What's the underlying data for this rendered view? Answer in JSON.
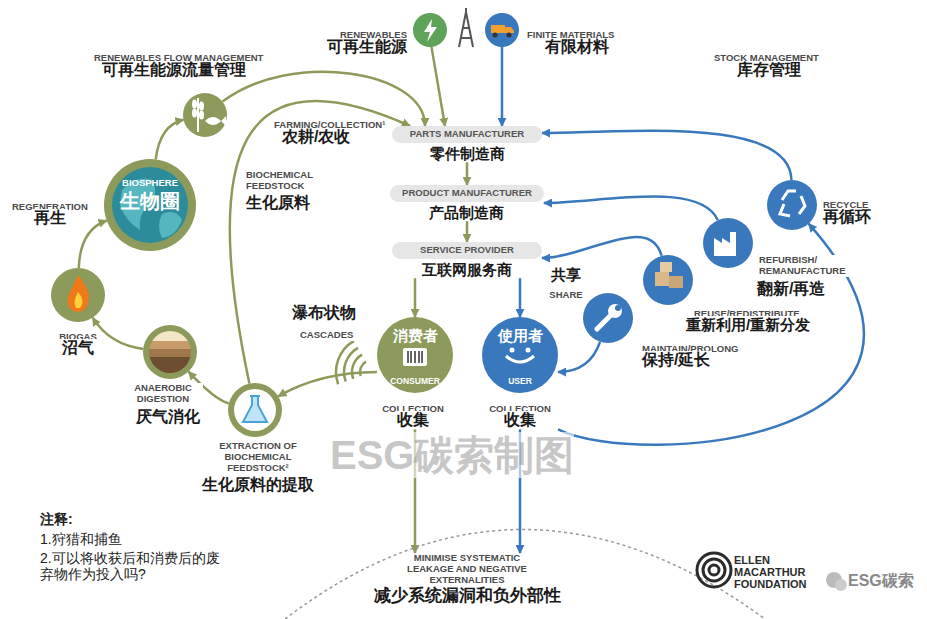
{
  "diagram": {
    "nodes": [
      {
        "text": [
          "RENEWABLES",
          "可再生能源"
        ]
      },
      {
        "text": [
          "FINITE MATERIALS",
          "有限材料"
        ]
      },
      {
        "text": [
          "FARMING/COLLECTION¹",
          "农耕/农收"
        ]
      },
      {
        "text": [
          "BIOSPHERE",
          "生物圈"
        ]
      },
      {
        "text": [
          "PARTS MANUFACTURER",
          "零件制造商"
        ]
      },
      {
        "text": [
          "PRODUCT MANUFACTURER",
          "产品制造商"
        ]
      },
      {
        "text": [
          "SERVICE PROVIDER",
          "互联网服务商"
        ]
      },
      {
        "text": [
          "RECYCLE",
          "再循环"
        ]
      },
      {
        "text": [
          "REFURBISH/ REMANUFACTURE",
          "翻新/再造"
        ]
      },
      {
        "text": [
          "REUSE/REDISTRIBUTE",
          "重新利用/重新分发"
        ]
      },
      {
        "text": [
          "共享",
          "SHARE",
          "MAINTAIN/PROLONG",
          "保持/延长"
        ]
      },
      {
        "text": [
          "BIOGAS",
          "沼气"
        ]
      },
      {
        "text": [
          "ANAEROBIC DIGESTION",
          "厌气消化"
        ]
      },
      {
        "text": [
          "消费者",
          "CONSUMER",
          "COLLECTION",
          "收集"
        ]
      },
      {
        "text": [
          "使用者",
          "USER",
          "COLLECTION",
          "收集"
        ]
      },
      {
        "text": [
          "EXTRACTION OF BIOCHEMICAL FEEDSTOCK²",
          "生化原料的提取"
        ]
      },
      {
        "text": [
          "MINIMISE SYSTEMATIC LEAKAGE AND NEGATIVE EXTERNALITIES",
          "减少系统漏洞和负外部性"
        ]
      }
    ],
    "edges": [
      {
        "from": 0,
        "to": 4,
        "arrow": "to"
      },
      {
        "from": 1,
        "to": 4,
        "arrow": "to"
      },
      {
        "from": 2,
        "to": 4,
        "arrow": "to"
      },
      {
        "from": 3,
        "to": 2,
        "arrow": "to"
      },
      {
        "from": 4,
        "to": 5,
        "arrow": "to"
      },
      {
        "from": 5,
        "to": 6,
        "arrow": "to"
      },
      {
        "from": 6,
        "to": 13,
        "arrow": "to"
      },
      {
        "from": 6,
        "to": 14,
        "arrow": "to"
      },
      {
        "from": 13,
        "to": 15,
        "arrow": "to"
      },
      {
        "from": 15,
        "to": 12,
        "arrow": "to"
      },
      {
        "from": 12,
        "to": 11,
        "arrow": "to"
      },
      {
        "from": 11,
        "to": 3,
        "arrow": "to"
      },
      {
        "from": 15,
        "to": 4,
        "arrow": "to"
      },
      {
        "from": 10,
        "to": 14,
        "arrow": "to"
      },
      {
        "from": 9,
        "to": 6,
        "arrow": "to"
      },
      {
        "from": 8,
        "to": 5,
        "arrow": "to"
      },
      {
        "from": 7,
        "to": 4,
        "arrow": "to"
      },
      {
        "from": 14,
        "to": 7,
        "arrow": "to"
      },
      {
        "from": 13,
        "to": 16,
        "arrow": "to"
      },
      {
        "from": 14,
        "to": 16,
        "arrow": "to"
      }
    ],
    "labels": [
      "RENEWABLES FLOW MANAGEMENT",
      "可再生能源流量管理",
      "STOCK MANAGEMENT",
      "库存管理",
      "BIOCHEMICAL FEEDSTOCK",
      "生化原料",
      "REGENERATION",
      "再生",
      "瀑布状物",
      "CASCADES",
      "注释:",
      "1.狩猎和捕鱼",
      "2.可以将收获后和消费后的废弃物作为投入吗?",
      "ELLEN MACARTHUR FOUNDATION",
      "ESG碳索制图",
      "ESG碳索"
    ]
  }
}
